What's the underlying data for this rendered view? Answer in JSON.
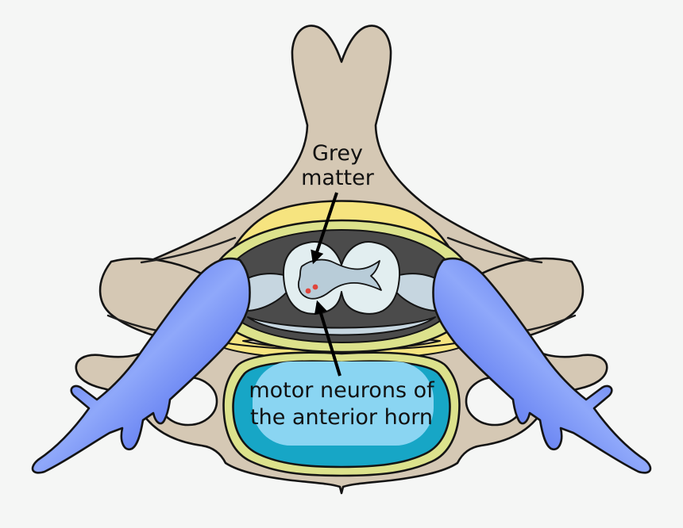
{
  "figure": {
    "type": "anatomical-diagram",
    "subject": "vertebra and spinal cord cross-section"
  },
  "labels": {
    "grey_matter": {
      "line1": "Grey",
      "line2": "matter"
    },
    "motor_neurons": {
      "line1": "motor neurons of",
      "line2": "the anterior horn"
    }
  },
  "colors": {
    "background": "#f5f6f5",
    "bone": "#d5c8b4",
    "outline": "#141414",
    "yellow_ligament": "#f6e47f",
    "ring_yellow_green": "#dce28c",
    "dura_dark_gray": "#4b4b4b",
    "csf_blue_gray": "#c6d6e0",
    "white_matter": "#e2eef0",
    "grey_matter_fill": "#b8ccd8",
    "motor_neuron_red": "#e0453c",
    "nerve_blue_dark": "#2b49e6",
    "nerve_blue_light": "#8fa8fa",
    "body_teal": "#17a6c6",
    "body_light_blue": "#8ad5f2",
    "label_color": "#111111"
  }
}
